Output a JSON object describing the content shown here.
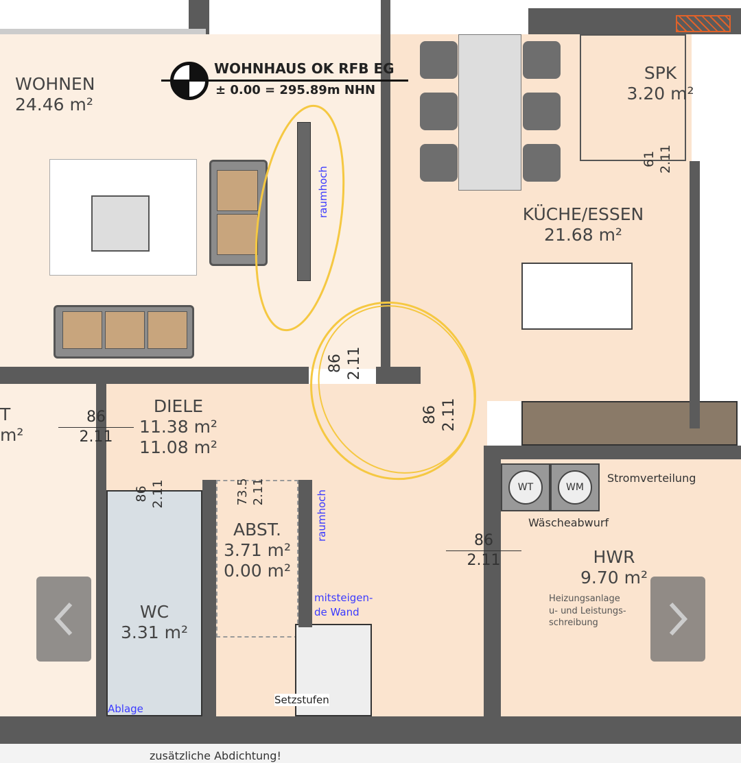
{
  "plan": {
    "title": "WOHNHAUS OK RFB EG",
    "level": "± 0.00 = 295.89m NHN",
    "rooms": {
      "wohnen": {
        "name": "WOHNEN",
        "area": "24.46 m²"
      },
      "spk": {
        "name": "SPK",
        "area": "3.20 m²"
      },
      "kueche": {
        "name": "KÜCHE/ESSEN",
        "area": "21.68 m²"
      },
      "diele": {
        "name": "DIELE",
        "area": "11.38 m²",
        "area2": "11.08 m²"
      },
      "abst": {
        "name": "ABST.",
        "area": "3.71 m²",
        "area2": "0.00 m²"
      },
      "wc": {
        "name": "WC",
        "area": "3.31 m²"
      },
      "hwr": {
        "name": "HWR",
        "area": "9.70 m²"
      },
      "left": {
        "name": "T",
        "area": "m²"
      }
    },
    "doors": {
      "d1": {
        "w": "86",
        "h": "2.11"
      },
      "d2": {
        "w": "86",
        "h": "2.11"
      },
      "d3": {
        "w": "86",
        "h": "2.11"
      },
      "d4": {
        "w": "86",
        "h": "2.11"
      },
      "d5": {
        "w": "86",
        "h": "2.11"
      },
      "d6": {
        "w": "73.5",
        "h": "2.11"
      },
      "spk": {
        "w": "61",
        "h": "2.11"
      }
    },
    "notes": {
      "raumhoch1": "raumhoch",
      "raumhoch2": "raumhoch",
      "mitsteigend": "mitsteigen-",
      "mitsteigend2": "de Wand",
      "setzstufen": "Setzstufen",
      "ablage": "Ablage",
      "stromverteilung": "Stromverteilung",
      "wt": "WT",
      "wm": "WM",
      "waescheabwurf": "Wäscheabwurf",
      "heizung1": "Heizungsanlage",
      "heizung2": "u- und Leistungs-",
      "heizung3": "schreibung",
      "abdichtung": "zusätzliche Abdichtung!"
    },
    "annotation_color": "#f5c842"
  },
  "viewer": {
    "prev_icon": "chevron-left-icon",
    "next_icon": "chevron-right-icon"
  }
}
